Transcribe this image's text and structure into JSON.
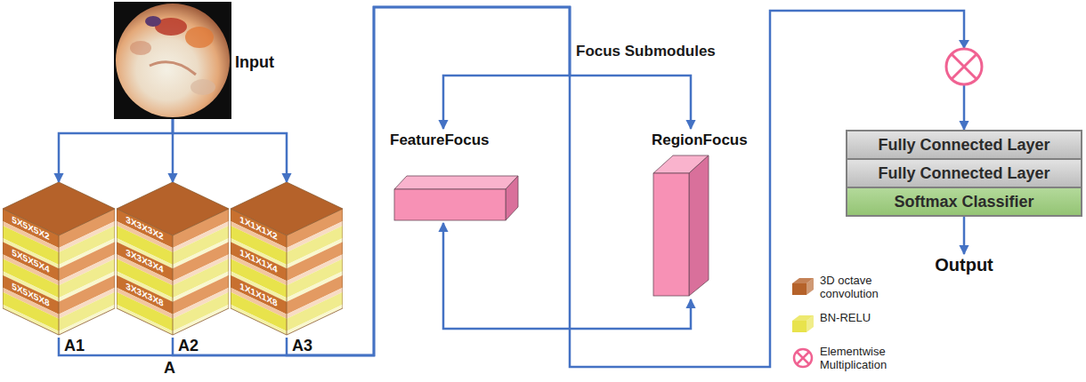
{
  "diagram": {
    "nodes": [
      {
        "text": [
          "Input"
        ]
      },
      {
        "text": [
          "5X5X5X2",
          "5X5X5X4",
          "5X5X5X8"
        ]
      },
      {
        "text": [
          "3X3X3X2",
          "3X3X3X4",
          "3X3X3X8"
        ]
      },
      {
        "text": [
          "1X1X1X2",
          "1X1X1X4",
          "1X1X1X8"
        ]
      },
      {
        "text": [
          "Focus Submodules"
        ]
      },
      {
        "text": [
          "FeatureFocus"
        ],
        "in": 4
      },
      {
        "text": [
          "RegionFocus"
        ],
        "in": 4
      },
      {
        "text": [
          "Fully Connected Layer"
        ]
      },
      {
        "text": [
          "Fully Connected Layer"
        ]
      },
      {
        "text": [
          "Softmax Classifier"
        ]
      },
      {
        "text": [
          "Output"
        ]
      }
    ],
    "edges": [
      {
        "from": 0,
        "to": 1,
        "arrow": "to"
      },
      {
        "from": 0,
        "to": 2,
        "arrow": "to"
      },
      {
        "from": 0,
        "to": 3,
        "arrow": "to"
      },
      {
        "from": 1,
        "to": 4,
        "arrow": "none"
      },
      {
        "from": 2,
        "to": 4,
        "arrow": "none"
      },
      {
        "from": 3,
        "to": 4,
        "arrow": "none"
      },
      {
        "from": 4,
        "to": 5,
        "arrow": "to"
      },
      {
        "from": 4,
        "to": 6,
        "arrow": "to"
      },
      {
        "from": 5,
        "to": 6,
        "arrow": "both"
      },
      {
        "from": 4,
        "to": 7,
        "arrow": "to"
      },
      {
        "from": 9,
        "to": 10,
        "arrow": "to"
      }
    ],
    "labels": [
      "A1",
      "A2",
      "A3",
      "A"
    ],
    "legend": [
      {
        "text": "3D octave convolution",
        "color": "#b5622a"
      },
      {
        "text": "BN-RELU",
        "color": "#e8e34c"
      },
      {
        "text": "Elementwise Multiplication"
      }
    ]
  }
}
